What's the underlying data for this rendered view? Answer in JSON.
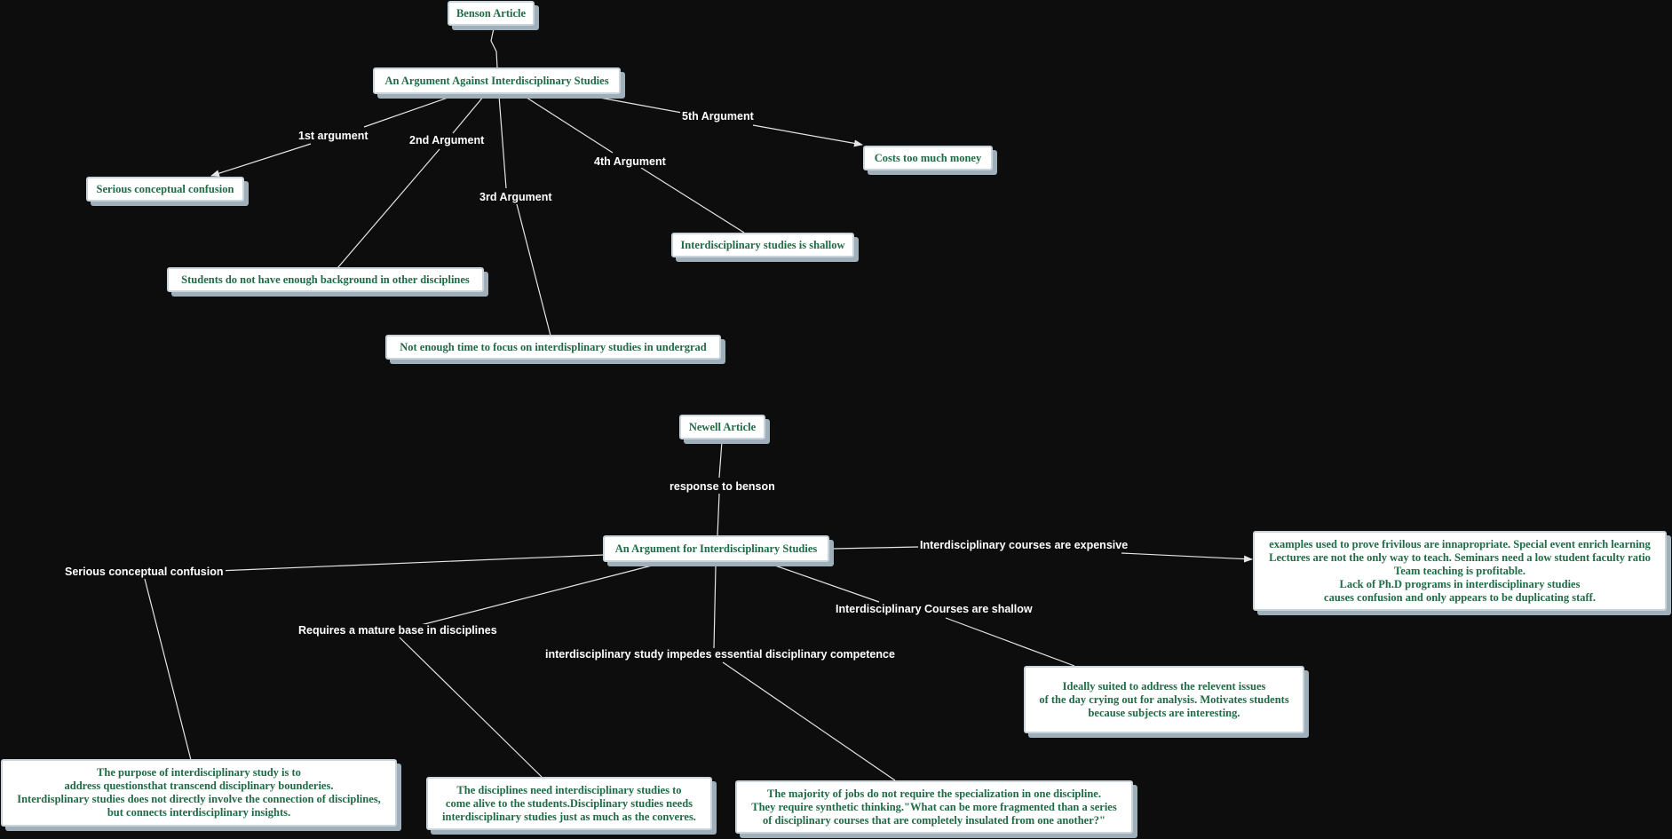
{
  "colors": {
    "background": "#0d0d0d",
    "node_fill": "#ffffff",
    "node_text": "#1f6b45",
    "link": "#e6e6e6"
  },
  "benson": {
    "article": "Benson Article",
    "main": "An Argument Against Interdisciplinary Studies",
    "links": {
      "arg1": "1st argument",
      "arg2": "2nd Argument",
      "arg3": "3rd Argument",
      "arg4": "4th Argument",
      "arg5": "5th Argument"
    },
    "nodes": {
      "confusion": "Serious conceptual confusion",
      "background": "Students do not have enough background in other disciplines",
      "time": "Not enough time to focus on interdisplinary studies in undergrad",
      "shallow": "Interdisciplinary studies is shallow",
      "costs": "Costs too much money"
    }
  },
  "newell": {
    "article": "Newell Article",
    "response_label": "response to benson",
    "main": "An Argument for Interdisciplinary Studies",
    "links": {
      "confusion": "Serious conceptual confusion",
      "mature_base": "Requires a mature base in disciplines",
      "impedes": "interdisciplinary study impedes essential disciplinary competence",
      "shallow": "Interdisciplinary Courses are shallow",
      "expensive": "Interdisciplinary courses are expensive"
    },
    "nodes": {
      "purpose": "The purpose of interdisciplinary study is to\naddress questionsthat transcend disciplinary bounderies.\nInterdisplinary studies does not directly involve the connection of disciplines,\nbut connects interdisciplinary insights.",
      "disciplines": "The disciplines need interdisciplinary studies to\ncome alive to the students.Disciplinary studies needs\ninterdisciplinary studies just as much as the converes.",
      "jobs": "The majority of jobs do not require the specialization in  one discipline.\nThey require synthetic thinking.\"What can be more fragmented than a series\nof disciplinary courses that are completely insulated from one another?\"",
      "ideally": "Ideally suited to address the relevent issues\nof the day crying out for analysis. Motivates students\nbecause subjects are interesting.",
      "examples": "examples used to prove frivilous are innapropriate. Special event enrich learning\nLectures are not the only way to teach. Seminars need a low student faculty ratio\nTeam teaching is profitable.\nLack of Ph.D programs in interdisciplinary studies\ncauses confusion and only appears to be duplicating staff."
    }
  }
}
